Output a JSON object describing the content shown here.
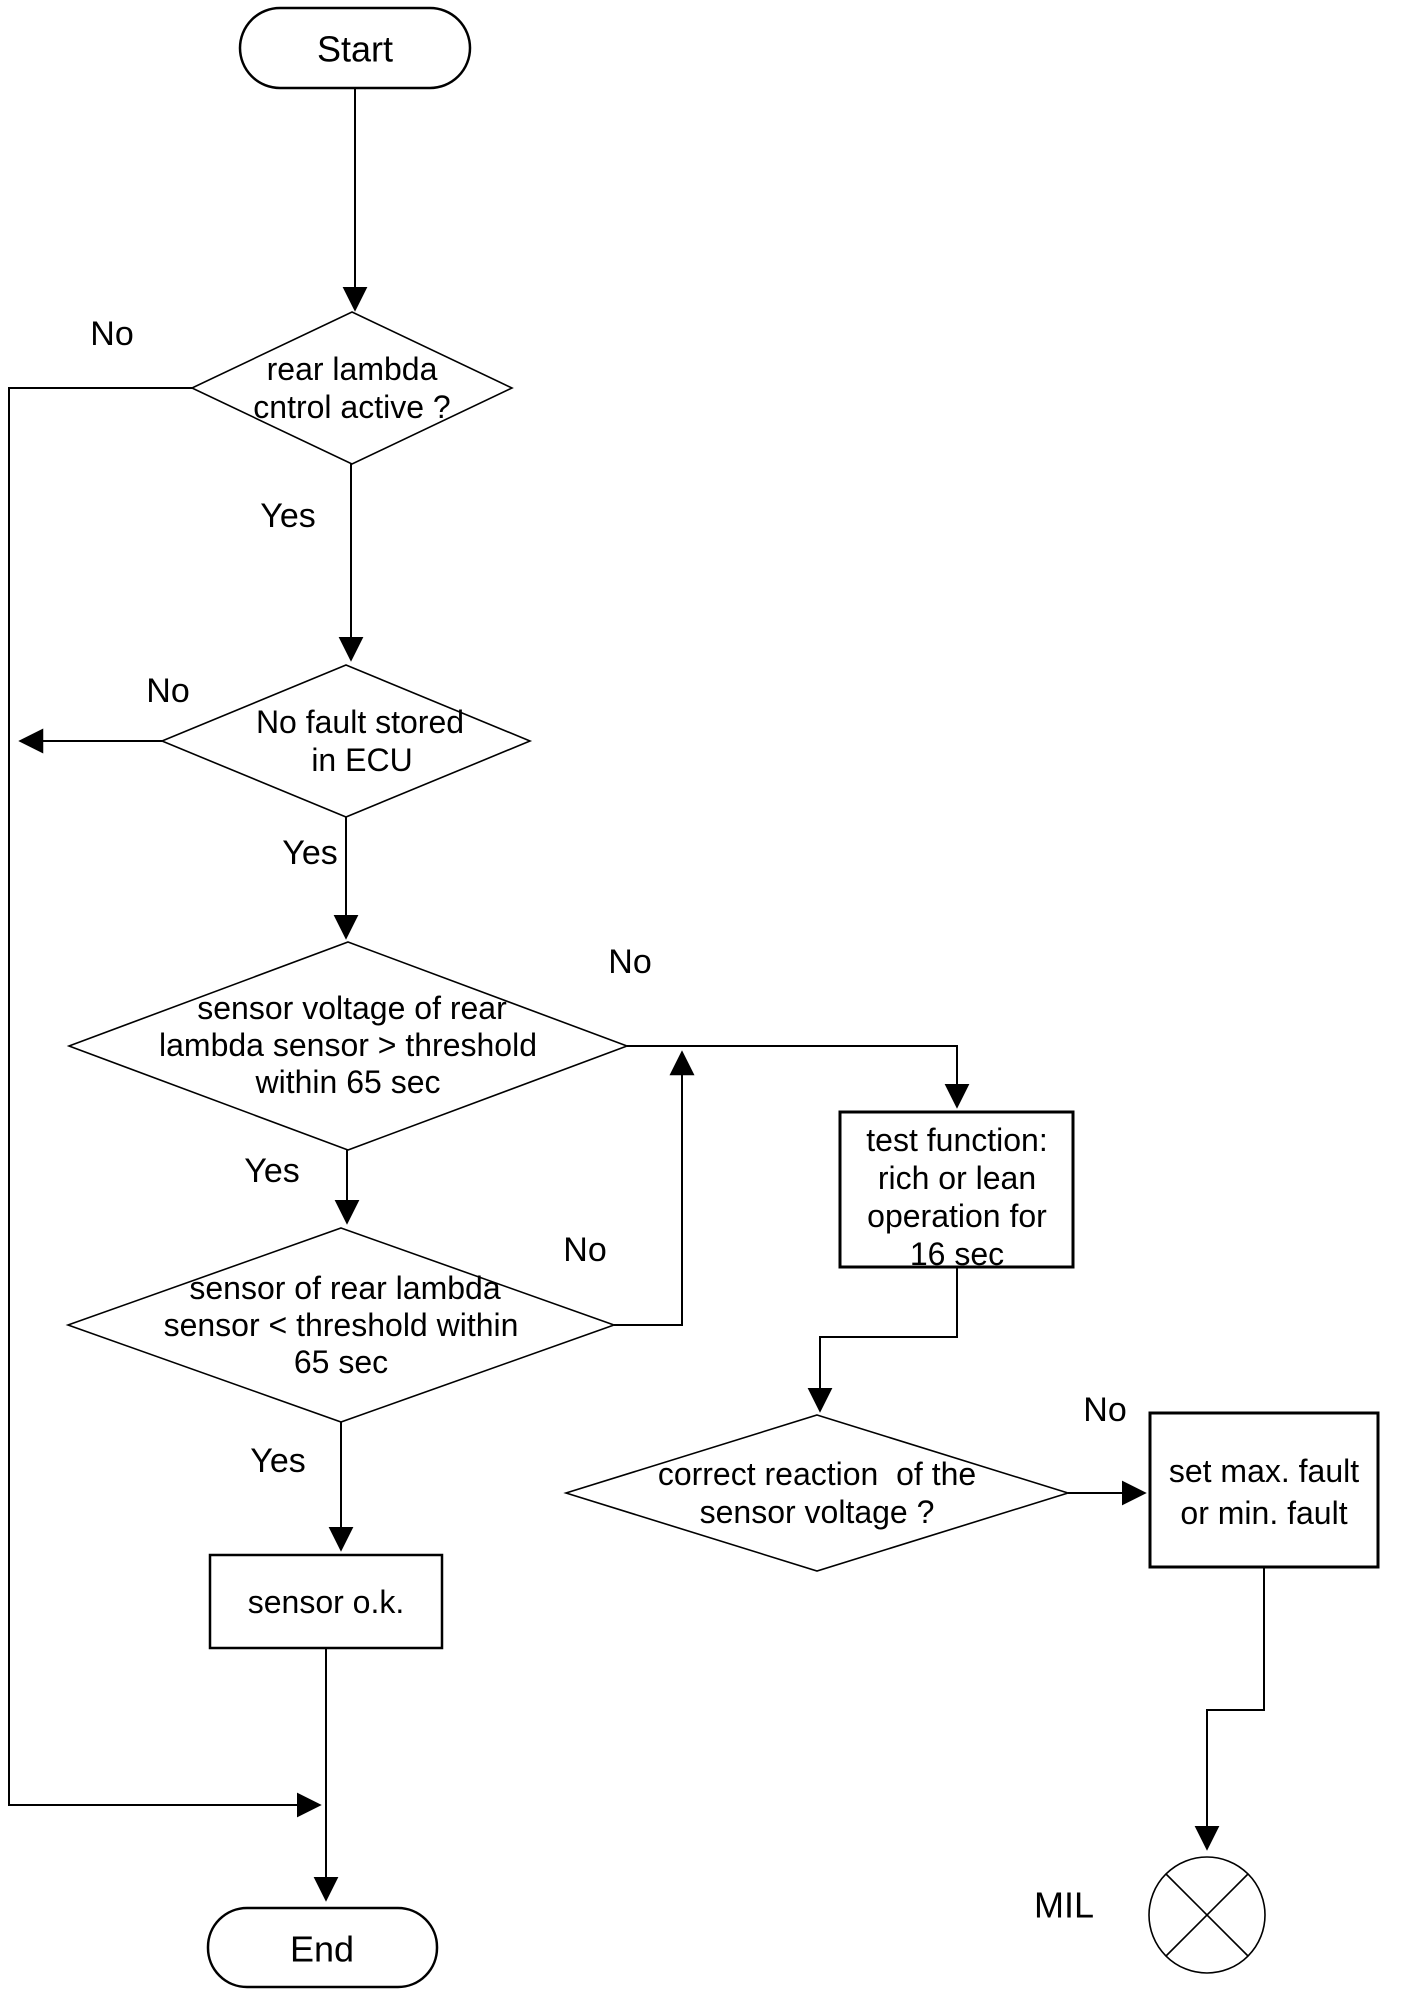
{
  "diagram_title": "rear lambda sensor diagnosis flowchart",
  "colors": {
    "line": "#000000",
    "background": "#ffffff",
    "text": "#000000"
  },
  "nodes": {
    "start": {
      "label": "Start"
    },
    "d1": {
      "lines": [
        "rear lambda",
        "cntrol active ?"
      ]
    },
    "d2": {
      "lines": [
        "No fault stored",
        "in ECU"
      ]
    },
    "d3": {
      "lines": [
        "sensor voltage of rear",
        "lambda sensor > threshold",
        "within 65 sec"
      ]
    },
    "d4": {
      "lines": [
        "sensor of rear lambda",
        "sensor < threshold within",
        "65 sec"
      ]
    },
    "d5": {
      "lines": [
        "correct reaction  of the",
        "sensor voltage ?"
      ]
    },
    "test_function": {
      "lines": [
        "test function:",
        "rich or lean",
        "operation for",
        "16 sec"
      ]
    },
    "sensor_ok": {
      "label": "sensor o.k."
    },
    "set_fault": {
      "lines": [
        "set max. fault",
        "or min. fault"
      ]
    },
    "mil": {
      "label": "MIL"
    },
    "end": {
      "label": "End"
    }
  },
  "edge_labels": {
    "d1_no": "No",
    "d1_yes": "Yes",
    "d2_no": "No",
    "d2_yes": "Yes",
    "d3_no": "No",
    "d3_yes": "Yes",
    "d4_no": "No",
    "d4_yes": "Yes",
    "d5_no": "No"
  }
}
